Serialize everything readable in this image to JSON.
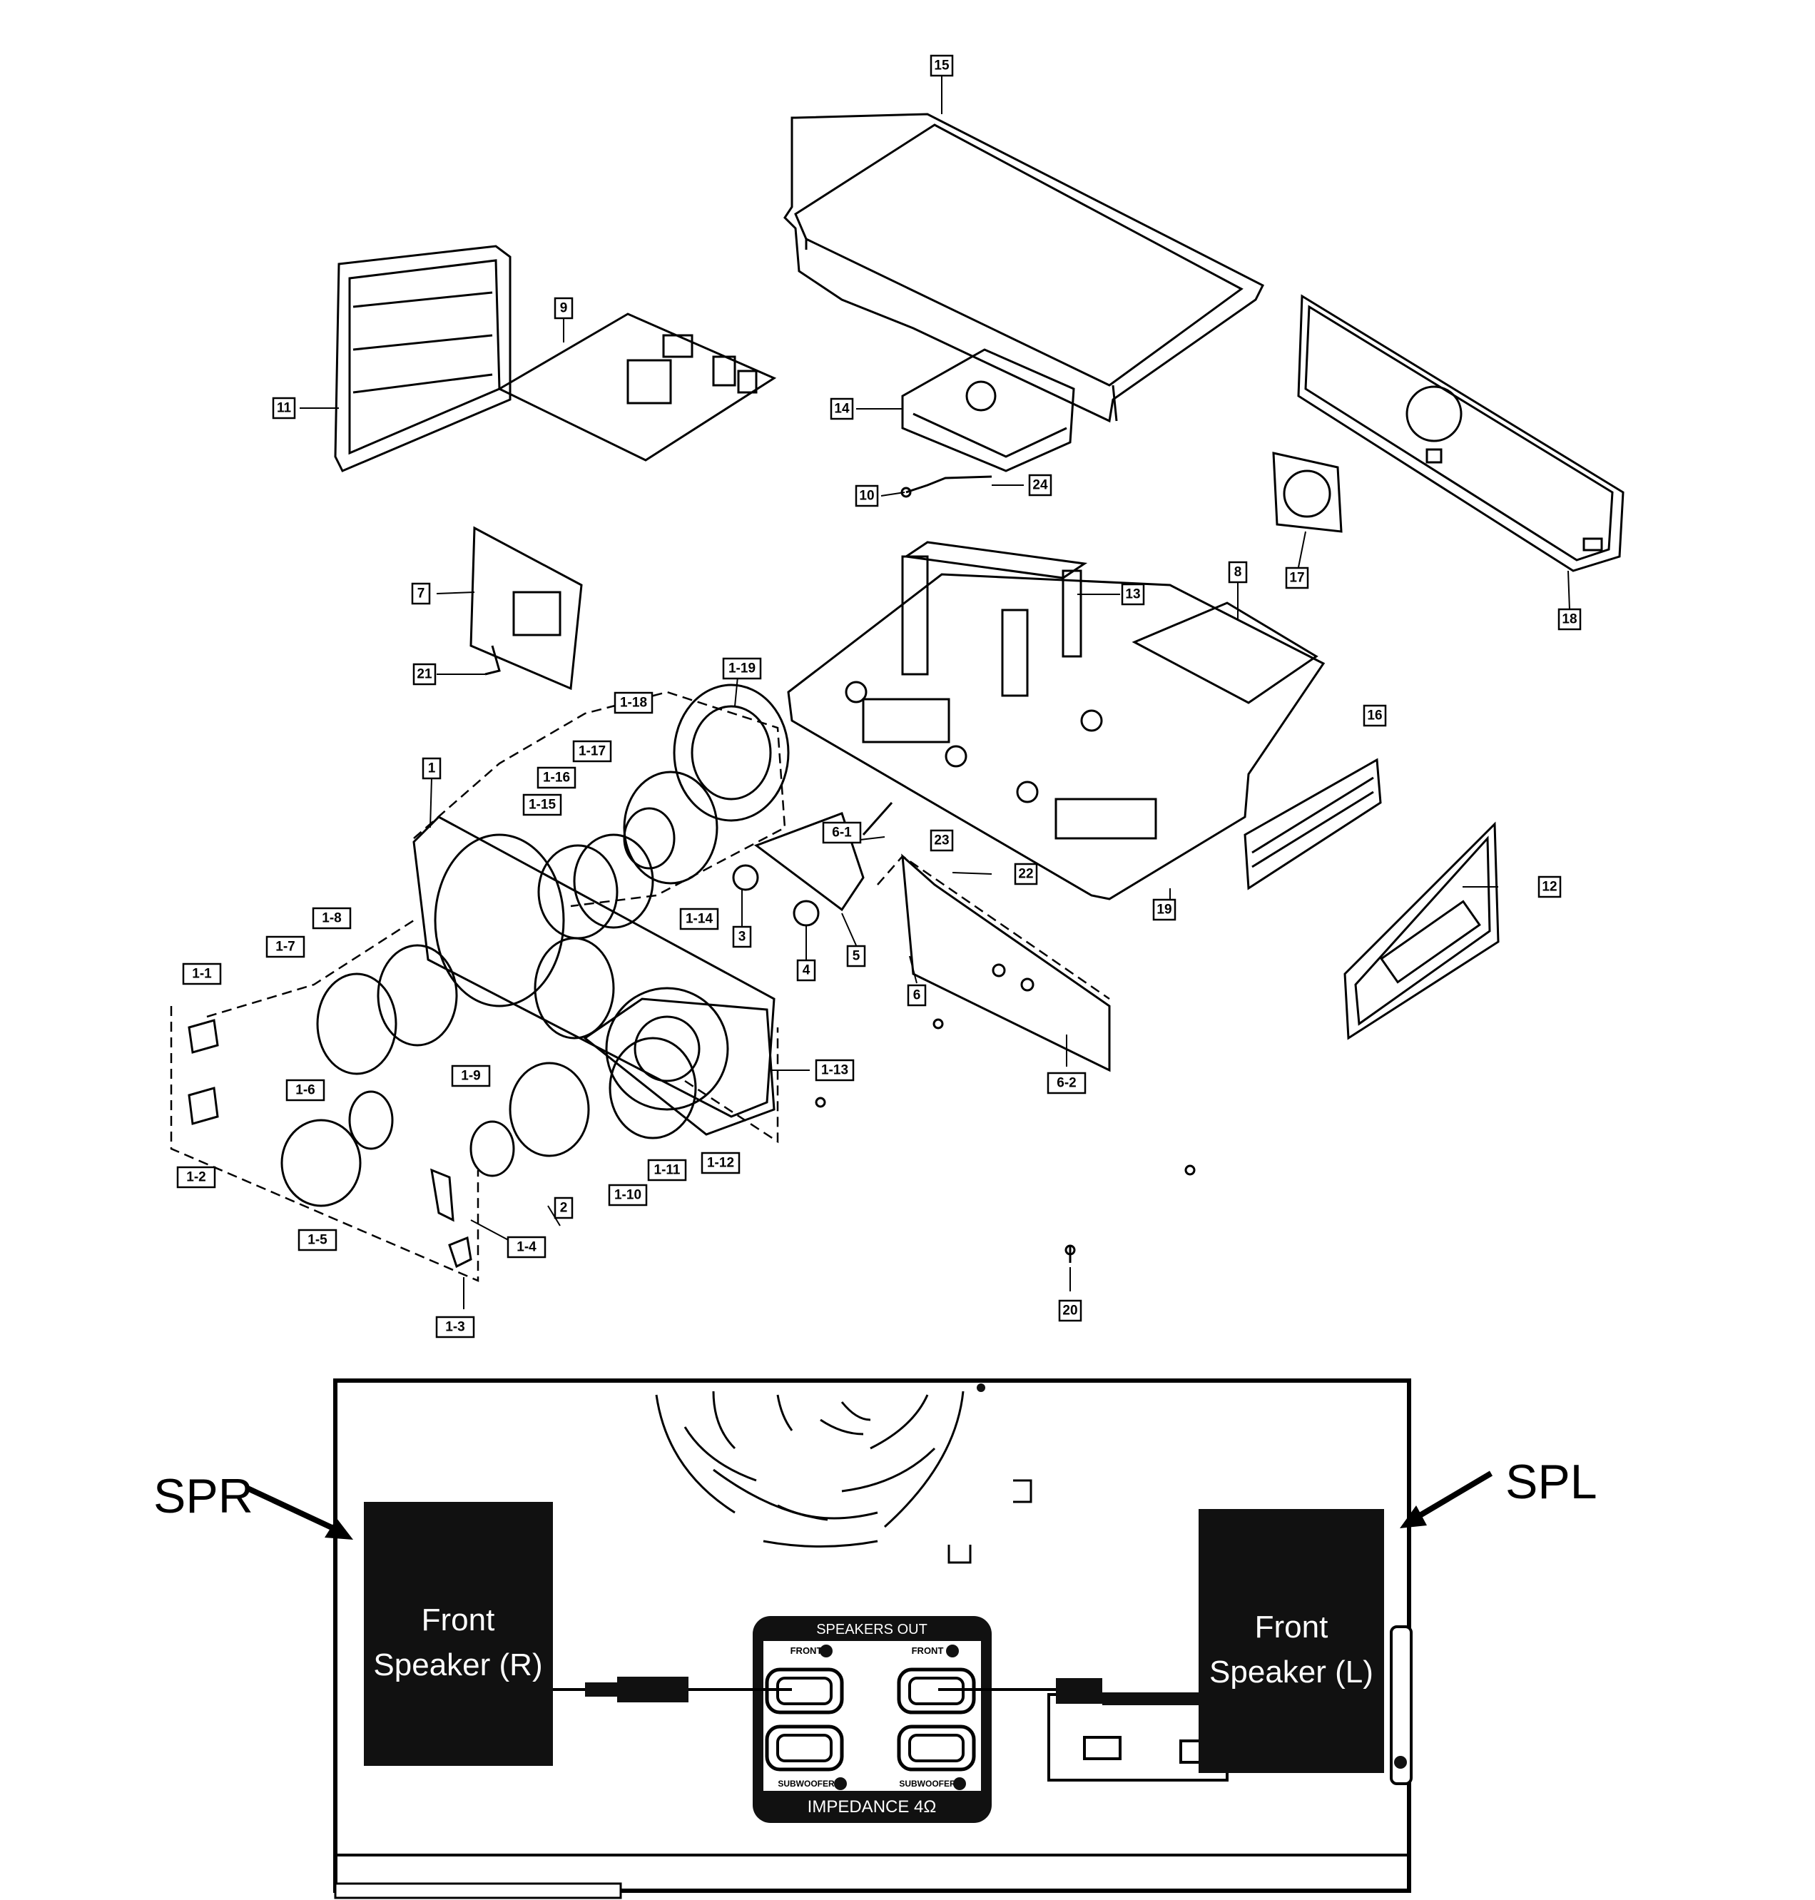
{
  "diagram": {
    "part_labels": [
      "15",
      "9",
      "11",
      "14",
      "10",
      "24",
      "17",
      "18",
      "7",
      "21",
      "13",
      "8",
      "1-19",
      "1-18",
      "1-17",
      "1-16",
      "1-15",
      "1",
      "6-1",
      "23",
      "22",
      "16",
      "12",
      "19",
      "1-14",
      "3",
      "4",
      "5",
      "6",
      "1-8",
      "1-7",
      "1-1",
      "1-9",
      "1-13",
      "6-2",
      "1-6",
      "1-2",
      "1-11",
      "1-12",
      "1-10",
      "2",
      "1-5",
      "1-4",
      "1-3",
      "20"
    ]
  },
  "rear_panel": {
    "callout_right": "SPR",
    "callout_left": "SPL",
    "speaker_right_line1": "Front",
    "speaker_right_line2": "Speaker (R)",
    "speaker_left_line1": "Front",
    "speaker_left_line2": "Speaker (L)",
    "terminal_header": "SPEAKERS OUT",
    "front_label_1": "FRONT",
    "front_label_2": "FRONT",
    "subwoofer_label_1": "SUBWOOFER",
    "subwoofer_label_2": "SUBWOOFER",
    "impedance": "IMPEDANCE 4Ω"
  }
}
